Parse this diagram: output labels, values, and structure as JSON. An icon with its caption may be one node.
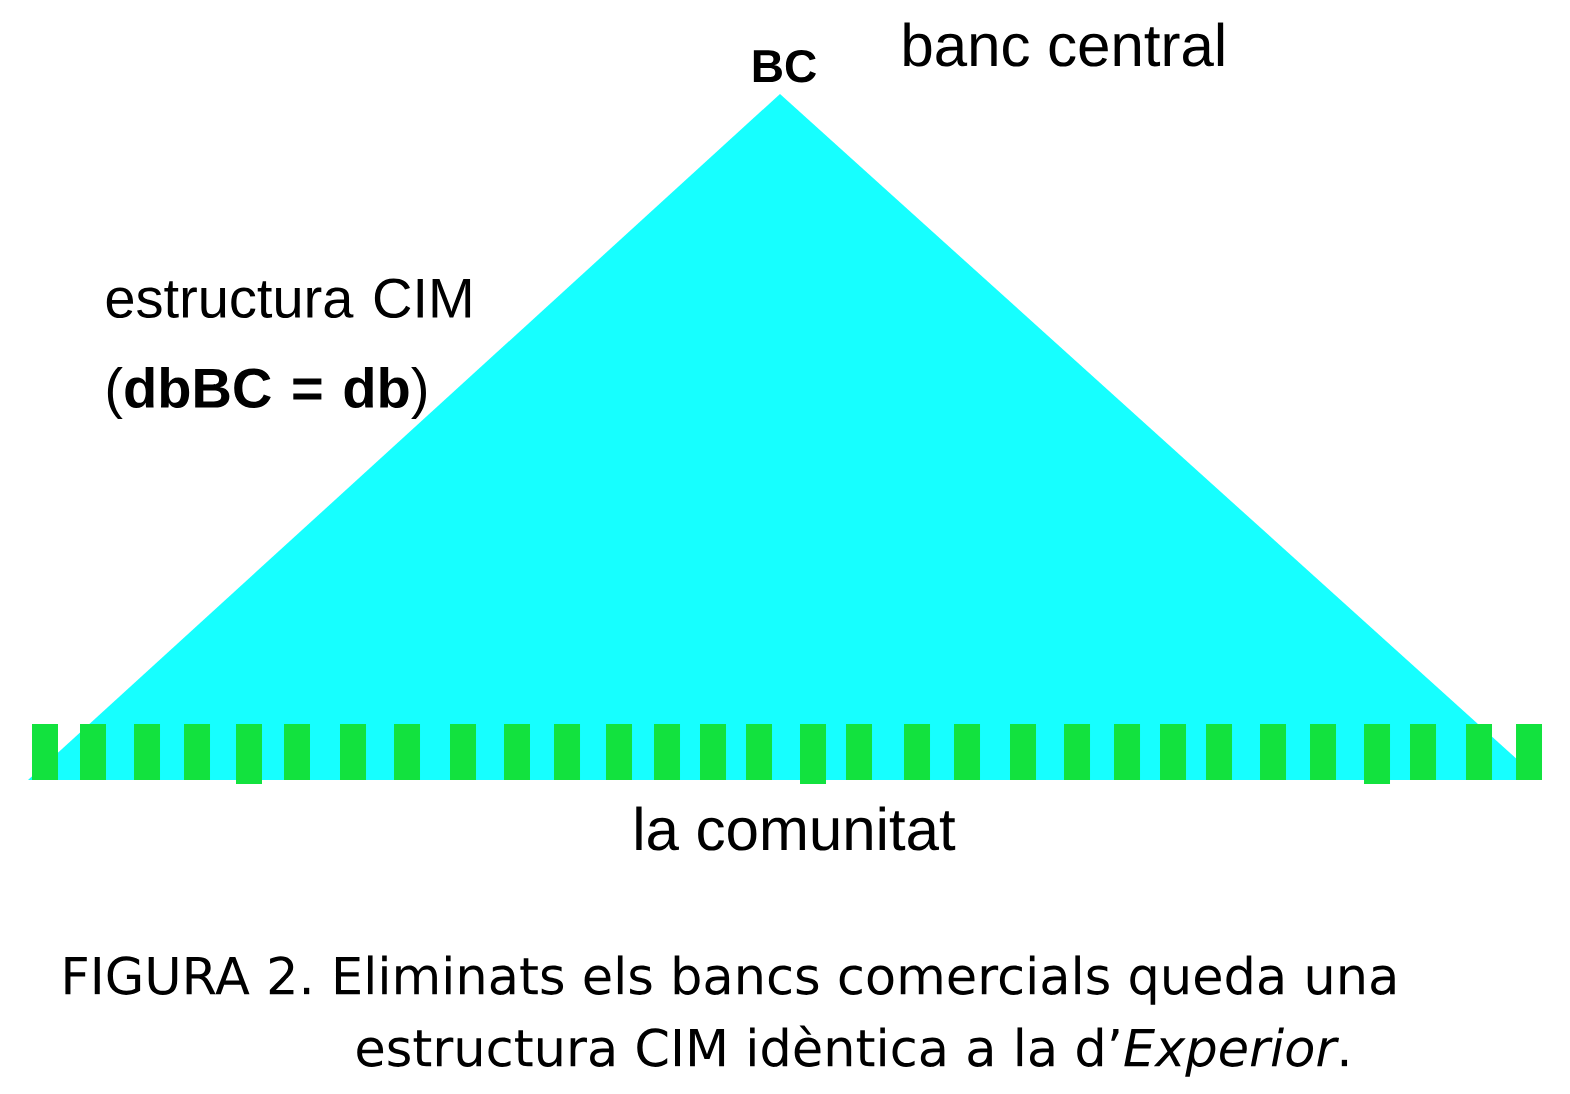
{
  "diagram": {
    "caption": "FIGURA 2. Eliminats els bancs comercials queda una estructura CIM idèntica a la d’*Experior*.",
    "nodes": [
      {
        "text": [],
        "shape": "triangle",
        "beside": [
          "BC",
          "banc central",
          "estructura CIM (**dbBC = db**)"
        ]
      },
      {
        "text": [],
        "shape": "bar",
        "beside": [
          "la comunitat"
        ]
      }
    ]
  }
}
